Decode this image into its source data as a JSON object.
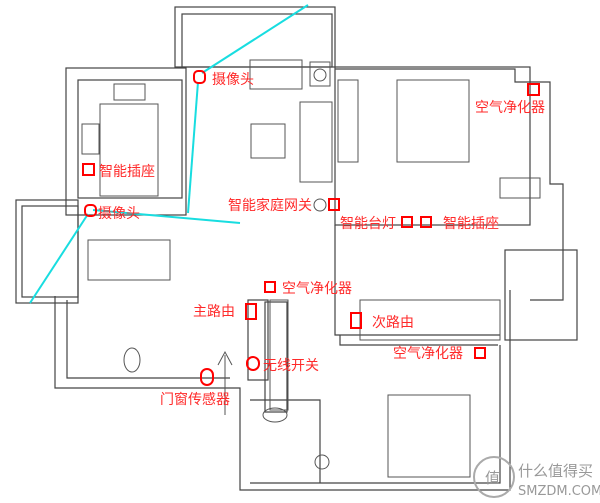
{
  "labels": {
    "camera_1": "摄像头",
    "smart_socket_1": "智能插座",
    "camera_2": "摄像头",
    "smart_gateway": "智能家庭网关",
    "air_purifier_1": "空气净化器",
    "smart_lamp": "智能台灯",
    "smart_socket_2": "智能插座",
    "air_purifier_2": "空气净化器",
    "main_router": "主路由",
    "secondary_router": "次路由",
    "air_purifier_3": "空气净化器",
    "wireless_switch": "无线开关",
    "door_window_sensor": "门窗传感器"
  },
  "watermark": {
    "logo": "值",
    "name": "什么值得买",
    "url": "SMZDM.COM"
  },
  "colors": {
    "marker": "#ff0000",
    "camera_coverage": "#18dde0",
    "walls": "#444444"
  }
}
